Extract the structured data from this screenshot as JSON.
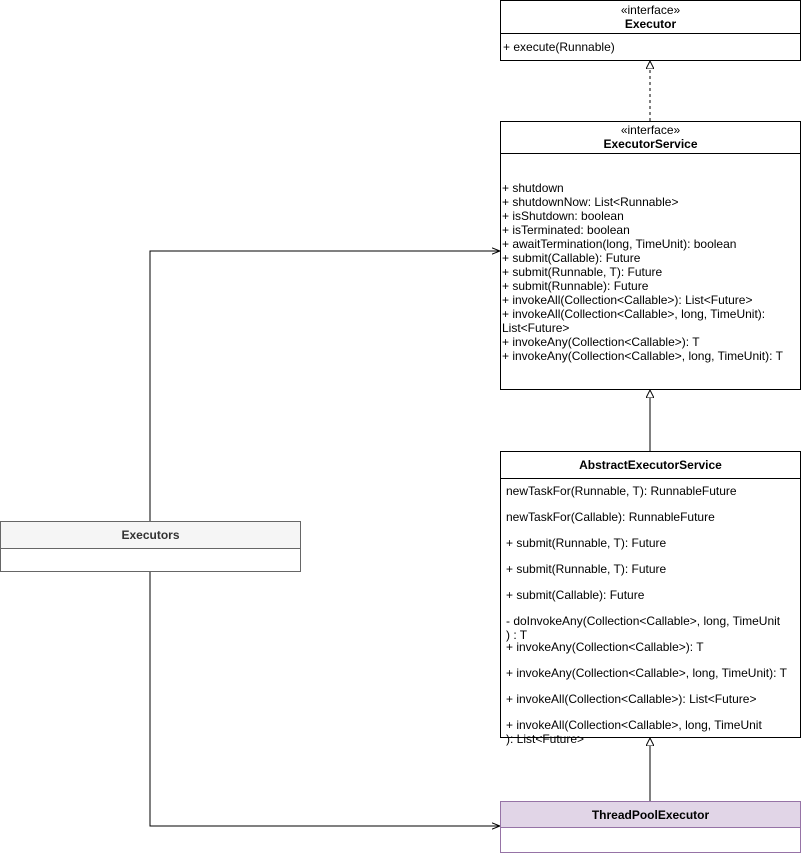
{
  "diagram": {
    "executor": {
      "stereotype": "«interface»",
      "name": "Executor",
      "members": [
        "+ execute(Runnable)"
      ]
    },
    "executor_service": {
      "stereotype": "«interface»",
      "name": "ExecutorService",
      "members": [
        "+ shutdown",
        "+ shutdownNow: List<Runnable>",
        "+ isShutdown: boolean",
        "+ isTerminated: boolean",
        "+ awaitTermination(long, TimeUnit): boolean",
        "+ submit(Callable): Future",
        "+ submit(Runnable, T): Future",
        "+ submit(Runnable): Future",
        "+ invokeAll(Collection<Callable>): List<Future>",
        "+ invokeAll(Collection<Callable>, long, TimeUnit): List<Future>",
        "+ invokeAny(Collection<Callable>): T",
        "+ invokeAny(Collection<Callable>, long, TimeUnit): T"
      ]
    },
    "abstract_executor_service": {
      "name": "AbstractExecutorService",
      "members": [
        "newTaskFor(Runnable, T): RunnableFuture",
        "newTaskFor(Callable): RunnableFuture",
        "+ submit(Runnable, T): Future",
        "+ submit(Runnable, T): Future",
        "+ submit(Callable): Future",
        "- doInvokeAny(Collection<Callable>, long, TimeUnit ) : T",
        "+ invokeAny(Collection<Callable>): T",
        "+ invokeAny(Collection<Callable>, long, TimeUnit): T",
        "+ invokeAll(Collection<Callable>): List<Future>",
        "+ invokeAll(Collection<Callable>, long, TimeUnit ): List<Future>"
      ]
    },
    "executors": {
      "name": "Executors"
    },
    "thread_pool_executor": {
      "name": "ThreadPoolExecutor"
    },
    "colors": {
      "line": "#000000",
      "executors_fill": "#f5f5f5",
      "executors_stroke": "#666666",
      "executors_text": "#333333",
      "tpe_fill": "#e1d5e7",
      "tpe_stroke": "#9673a6"
    }
  }
}
